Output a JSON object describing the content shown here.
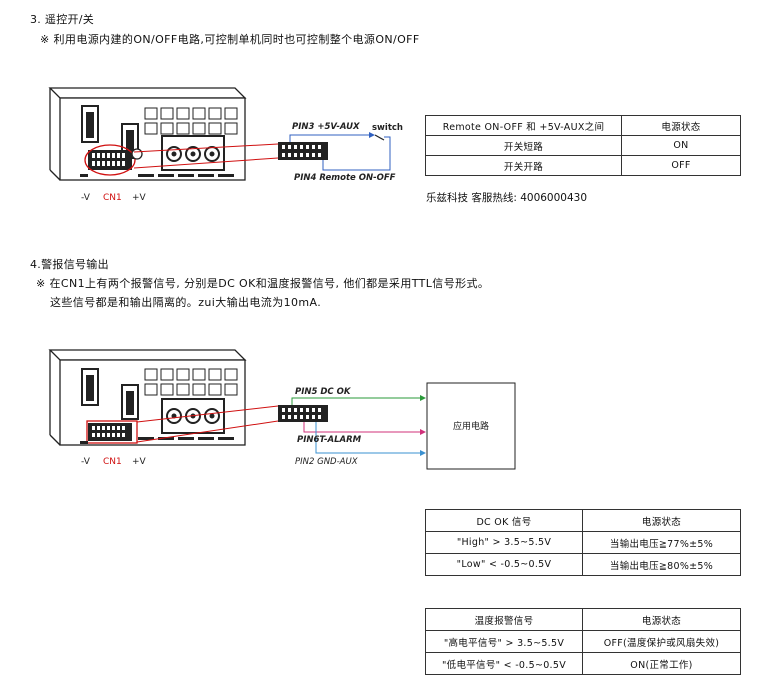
{
  "section3": {
    "title": "3. 遥控开/关",
    "note": "※ 利用电源内建的ON/OFF电路,可控制单机同时也可控制整个电源ON/OFF"
  },
  "diagram1": {
    "labels": {
      "minus_v": "-V",
      "cn1": "CN1",
      "plus_v": "+V",
      "pin3": "PIN3 +5V-AUX",
      "switch": "switch",
      "pin4": "PIN4 Remote  ON-OFF"
    }
  },
  "table1": {
    "headers": [
      "Remote ON-OFF 和 +5V-AUX之间",
      "电源状态"
    ],
    "rows": [
      [
        "开关短路",
        "ON"
      ],
      [
        "开关开路",
        "OFF"
      ]
    ]
  },
  "hotline": "乐兹科技 客服热线:  4006000430",
  "section4": {
    "title": "4.警报信号输出",
    "note1": "※ 在CN1上有两个报警信号, 分别是DC OK和温度报警信号, 他们都是采用TTL信号形式。",
    "note2": "这些信号都是和输出隔离的。zui大输出电流为10mA."
  },
  "diagram2": {
    "labels": {
      "minus_v": "-V",
      "cn1": "CN1",
      "plus_v": "+V",
      "pin5": "PIN5 DC OK",
      "pin6": "PIN6T-ALARM",
      "pin2": "PIN2 GND-AUX",
      "app_circuit": "应用电路"
    }
  },
  "table2": {
    "headers": [
      "DC OK 信号",
      "电源状态"
    ],
    "rows": [
      [
        "\"High\" > 3.5~5.5V",
        "当输出电压≧77%±5%"
      ],
      [
        "\"Low\" < -0.5~0.5V",
        "当输出电压≧80%±5%"
      ]
    ]
  },
  "table3": {
    "headers": [
      "温度报警信号",
      "电源状态"
    ],
    "rows": [
      [
        "\"高电平信号\" > 3.5~5.5V",
        "OFF(温度保护或风扇失效)"
      ],
      [
        "\"低电平信号\" < -0.5~0.5V",
        "ON(正常工作)"
      ]
    ]
  },
  "colors": {
    "cn1_label": "#d01010",
    "highlight_line": "#d01010",
    "pin3_wire": "#3060c0",
    "dcok_wire": "#2a9a3a",
    "alarm_wire": "#d0307a",
    "gnd_wire": "#3a90d0"
  }
}
